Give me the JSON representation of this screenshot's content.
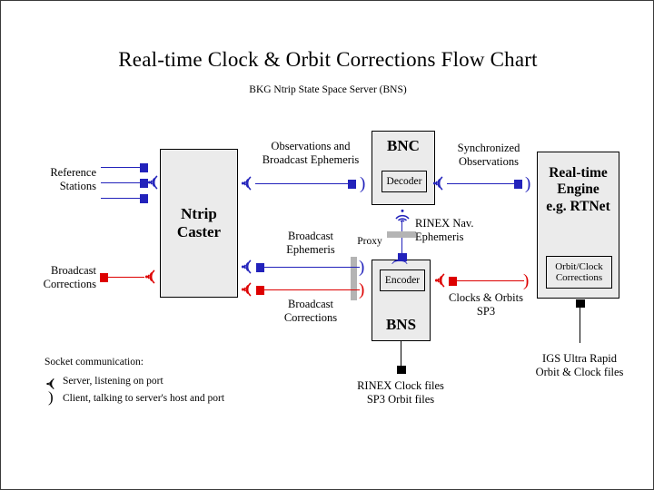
{
  "page": {
    "title": "Real-time Clock & Orbit Corrections Flow Chart",
    "subtitle": "BKG Ntrip State Space Server  (BNS)"
  },
  "colors": {
    "blue": "#2222bb",
    "red": "#dd0000",
    "black": "#000000",
    "box_fill": "#ebebeb",
    "proxy_gray": "#b4b4b4"
  },
  "nodes": {
    "ntrip_caster": {
      "title": "Ntrip\nCaster"
    },
    "bnc": {
      "title": "BNC",
      "inner": "Decoder"
    },
    "bns": {
      "title": "BNS",
      "inner": "Encoder"
    },
    "rt_engine": {
      "title": "Real-time\nEngine\ne.g. RTNet",
      "inner": "Orbit/Clock\nCorrections"
    }
  },
  "labels": {
    "reference_stations": "Reference\nStations",
    "broadcast_corrections_left": "Broadcast\nCorrections",
    "observations_and_broadcast_ephemeris": "Observations and\nBroadcast Ephemeris",
    "synchronized_observations": "Synchronized\nObservations",
    "rinex_nav_ephemeris": "RINEX Nav.\nEphemeris",
    "proxy": "Proxy",
    "broadcast_ephemeris": "Broadcast\nEphemeris",
    "broadcast_corrections_mid": "Broadcast\nCorrections",
    "clocks_and_orbits_sp3": "Clocks & Orbits\nSP3",
    "rinex_clock_sp3_files": "RINEX Clock files\nSP3 Orbit files",
    "igs_ultra_rapid": "IGS Ultra Rapid\nOrbit & Clock files"
  },
  "legend": {
    "heading": "Socket communication:",
    "server": "Server, listening on port",
    "client": "Client, talking to server's host and port"
  }
}
